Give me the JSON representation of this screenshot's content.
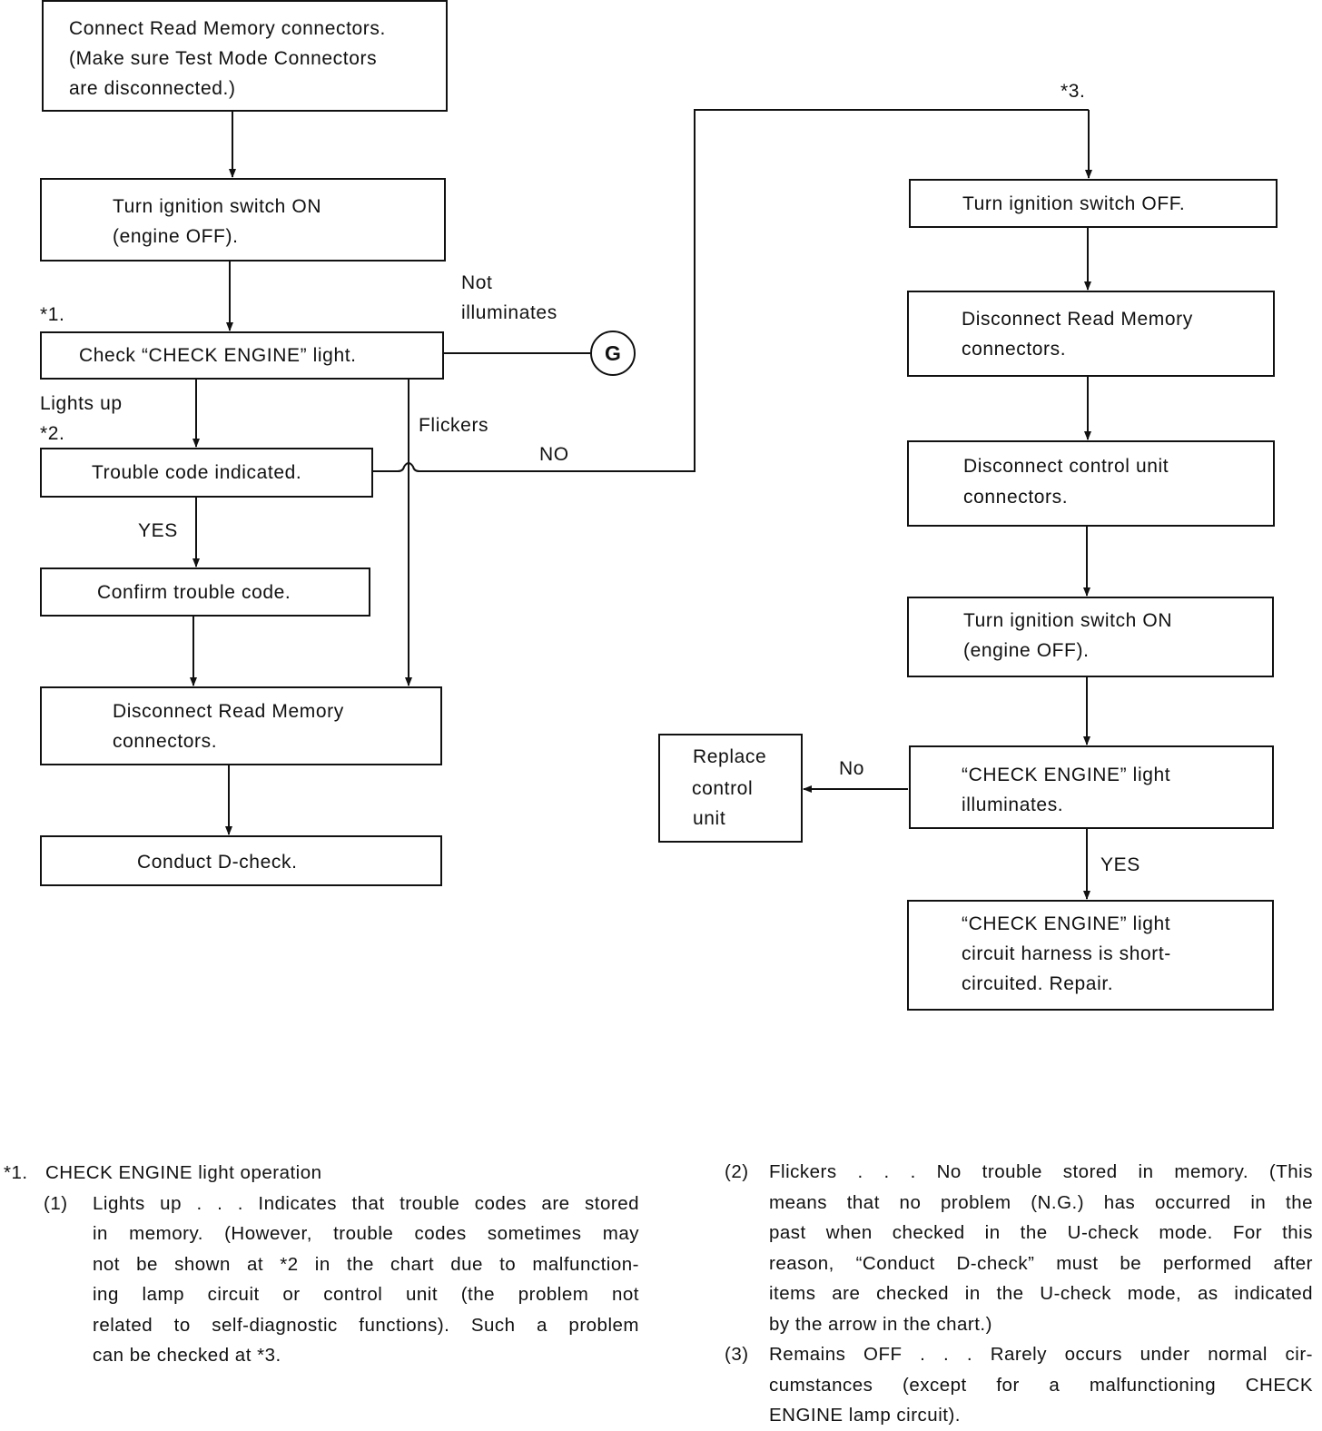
{
  "left_column": {
    "box_connect": [
      "Connect Read Memory connectors.",
      "(Make sure Test Mode Connectors",
      "are disconnected.)"
    ],
    "box_ign_on": [
      "Turn ignition switch ON",
      "(engine OFF)."
    ],
    "box_check": "Check “CHECK ENGINE” light.",
    "box_trouble": "Trouble code indicated.",
    "box_confirm": "Confirm trouble code.",
    "box_disc_rm": [
      "Disconnect Read Memory",
      "connectors."
    ],
    "box_dcheck": "Conduct D-check."
  },
  "right_column": {
    "box_ign_off": "Turn ignition switch OFF.",
    "box_disc_rm": [
      "Disconnect Read Memory",
      "connectors."
    ],
    "box_disc_cu": [
      "Disconnect control unit",
      "connectors."
    ],
    "box_ign_on": [
      "Turn ignition switch ON",
      "(engine OFF)."
    ],
    "box_illum": [
      "“CHECK ENGINE” light",
      "illuminates."
    ],
    "box_short": [
      "“CHECK ENGINE” light",
      "circuit harness is short-",
      "circuited. Repair."
    ],
    "box_replace": [
      "Replace",
      "control",
      "unit"
    ]
  },
  "labels": {
    "star1": "*1.",
    "star2": "*2.",
    "star3": "*3.",
    "not_illuminates": [
      "Not",
      "illuminates"
    ],
    "lights_up": "Lights up",
    "flickers": "Flickers",
    "no_upper": "NO",
    "yes_left": "YES",
    "no_lower": "No",
    "yes_right": "YES",
    "connector_g": "G"
  },
  "notes": {
    "heading_mark": "*1.",
    "heading": "CHECK ENGINE light operation",
    "item1_num": "(1)",
    "item1_lines": [
      "Lights up . . . Indicates that trouble codes are stored",
      "in memory. (However, trouble codes sometimes may",
      "not be shown at *2 in the chart due to malfunction-",
      "ing lamp circuit or control unit (the problem not",
      "related to self-diagnostic functions). Such a problem",
      "can be checked at *3."
    ],
    "item2_num": "(2)",
    "item2_lines": [
      "Flickers . . . No trouble stored in memory. (This",
      "means that no problem (N.G.) has occurred in the",
      "past when checked in the U-check mode. For this",
      "reason, “Conduct D-check” must be performed after",
      "items are checked in the U-check mode, as indicated",
      "by the arrow in the chart.)"
    ],
    "item3_num": "(3)",
    "item3_lines": [
      "Remains OFF . . . Rarely occurs under normal cir-",
      "cumstances (except for a malfunctioning CHECK",
      "ENGINE lamp circuit)."
    ]
  }
}
